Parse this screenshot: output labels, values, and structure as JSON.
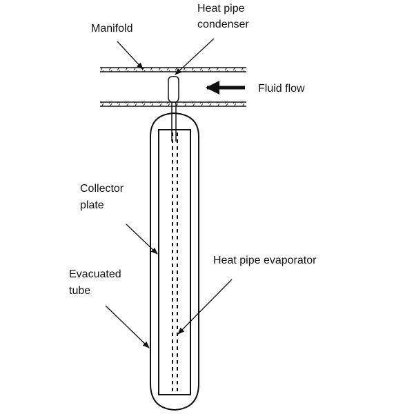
{
  "diagram": {
    "title": "Heat pipe evacuated tube collector",
    "labels": {
      "manifold": "Manifold",
      "condenser_line1": "Heat pipe",
      "condenser_line2": "condenser",
      "fluid_flow": "Fluid flow",
      "collector_line1": "Collector",
      "collector_line2": "plate",
      "evacuated_line1": "Evacuated",
      "evacuated_line2": "tube",
      "evaporator": "Heat pipe evaporator"
    },
    "fluid_flow_direction": "left",
    "colors": {
      "ink": "#111111",
      "background": "#ffffff"
    }
  }
}
